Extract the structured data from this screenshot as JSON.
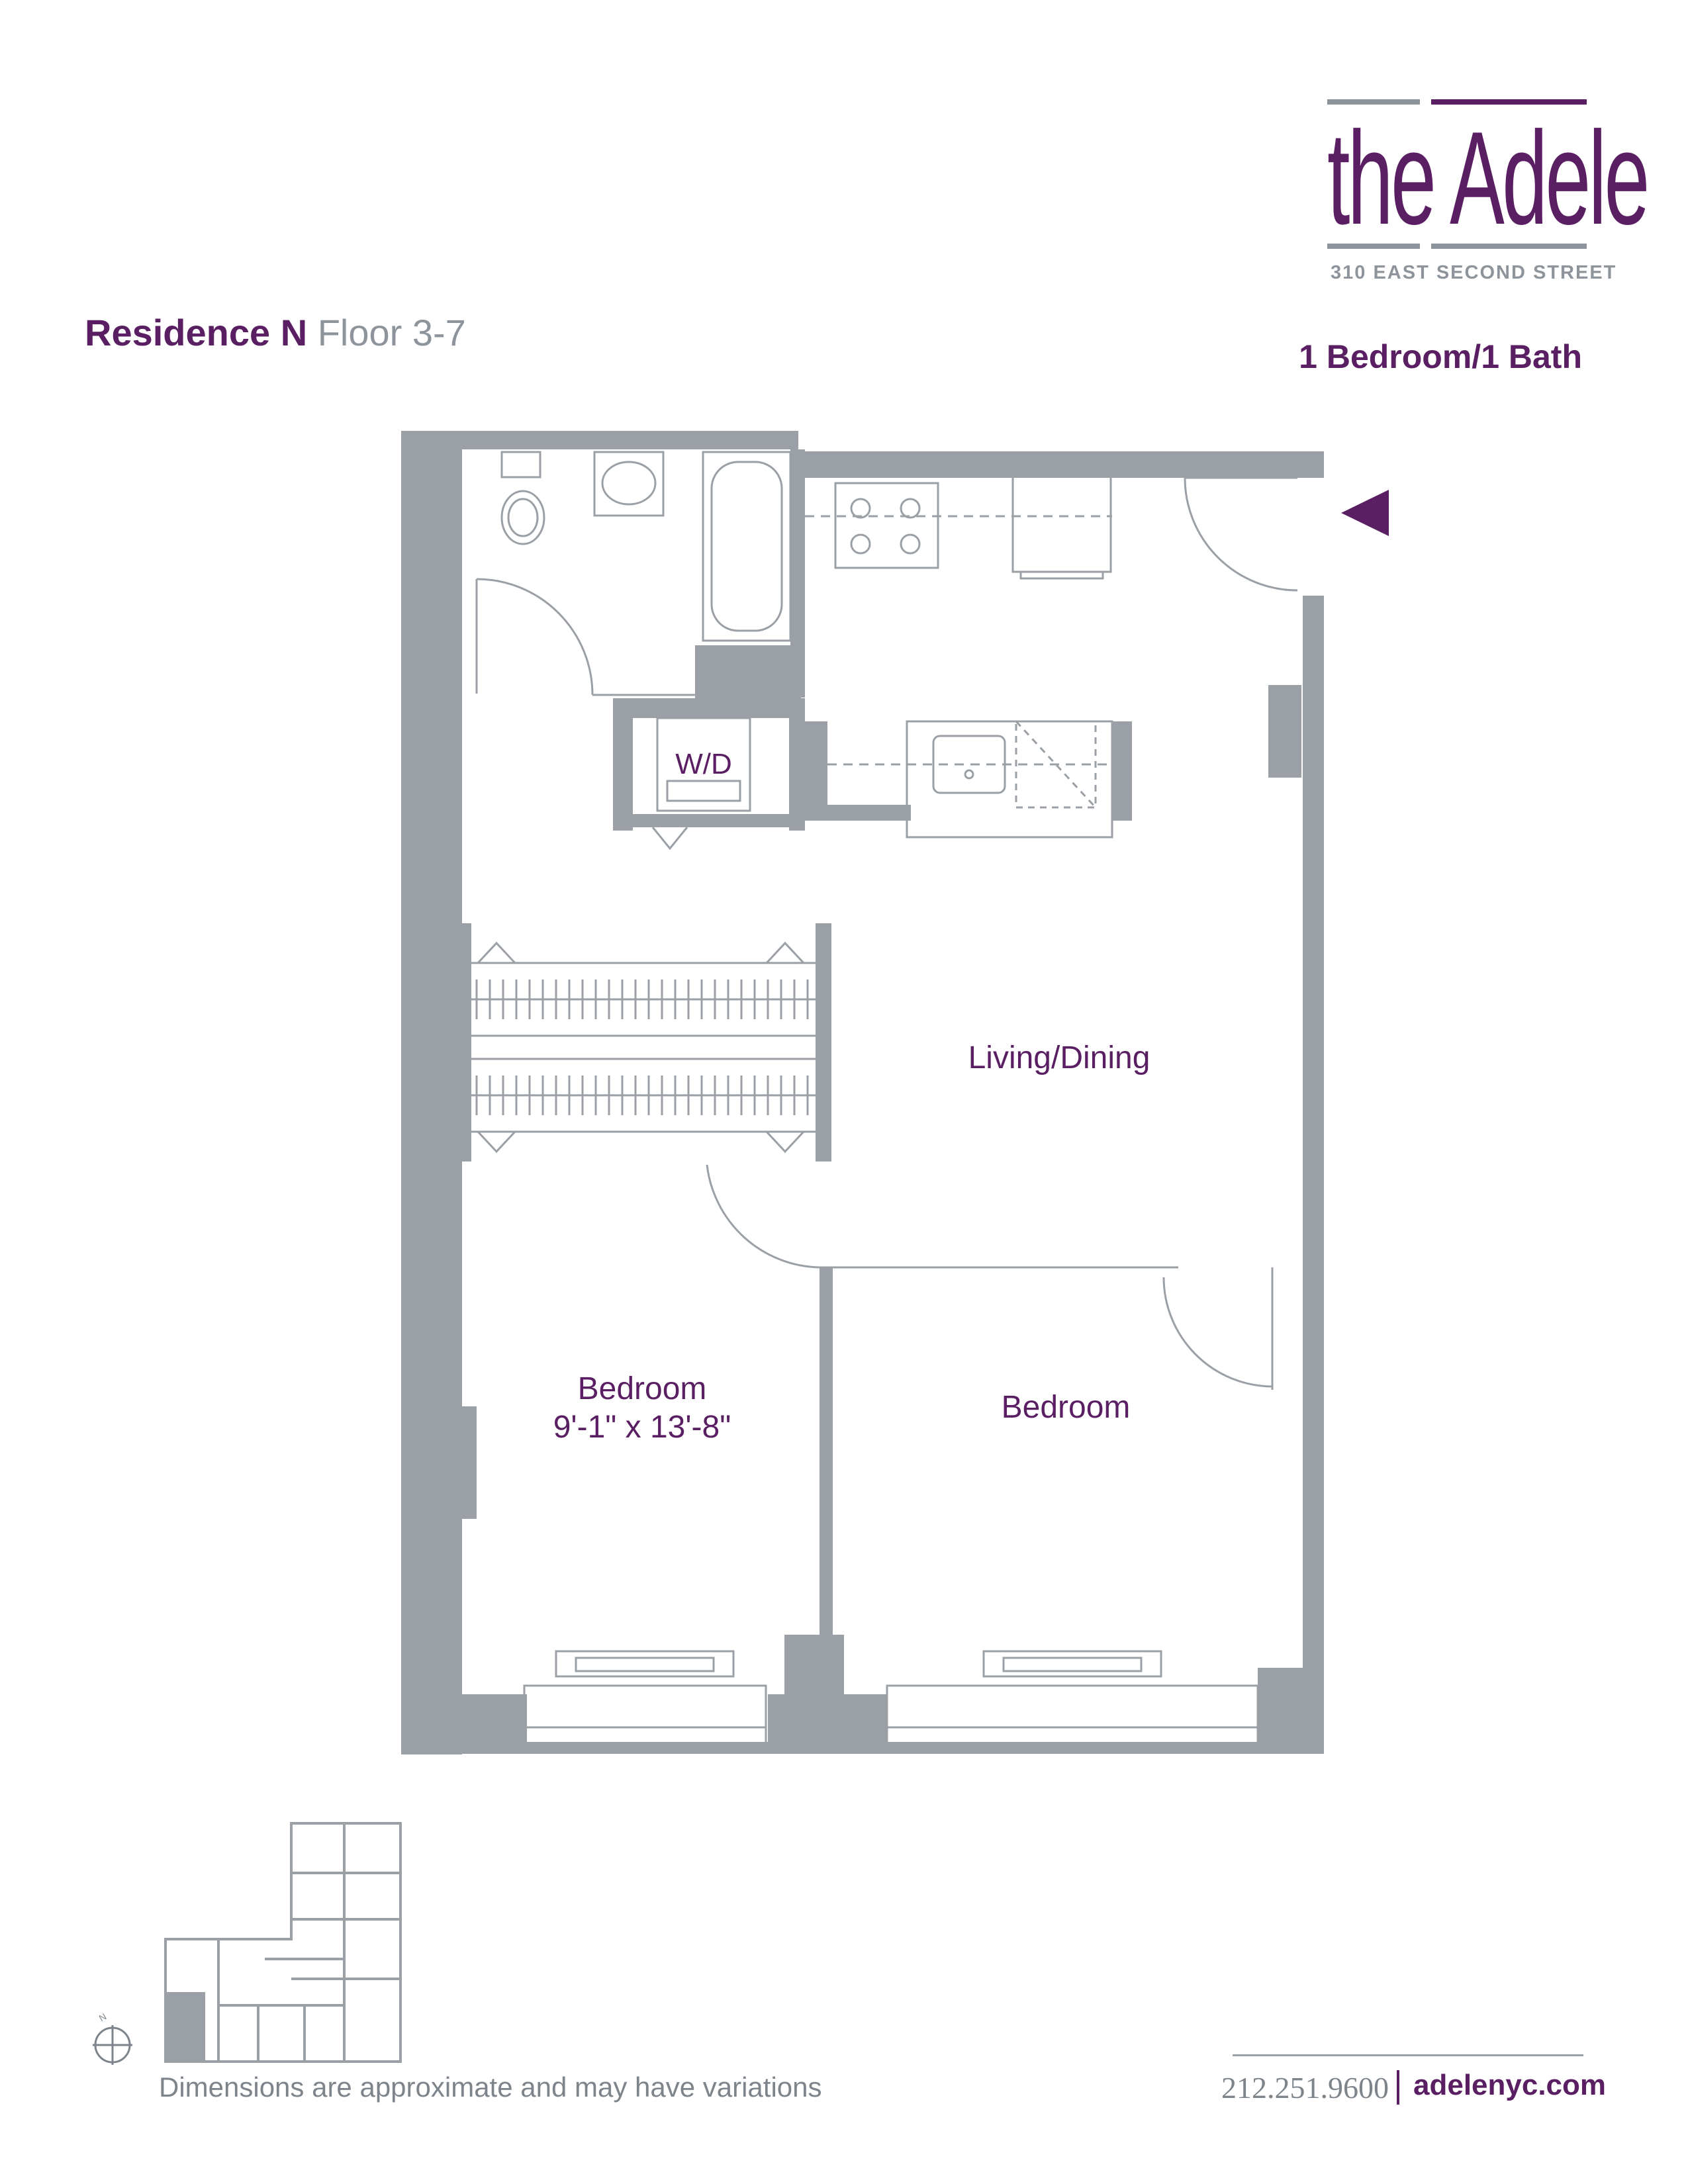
{
  "brand": {
    "logo_text": "the Adele",
    "address": "310 EAST SECOND STREET",
    "primary_color": "#5a1e63",
    "secondary_color": "#8d949b"
  },
  "header": {
    "residence": "Residence N",
    "floor": "Floor 3-7",
    "unit_type": "1 Bedroom/1 Bath"
  },
  "plan": {
    "wall_color": "#9aa0a6",
    "rooms": {
      "washer_dryer": "W/D",
      "living_dining": "Living/Dining",
      "bedroom_1": "Bedroom",
      "bedroom_1_dimensions": "9'-1\" x 13'-8\"",
      "bedroom_2": "Bedroom"
    },
    "entry_marker": "entry-arrow-icon"
  },
  "footer": {
    "disclaimer": "Dimensions are approximate and may have variations",
    "phone": "212.251.9600",
    "website": "adelenyc.com"
  },
  "keyplan": {
    "compass_label": "N"
  }
}
